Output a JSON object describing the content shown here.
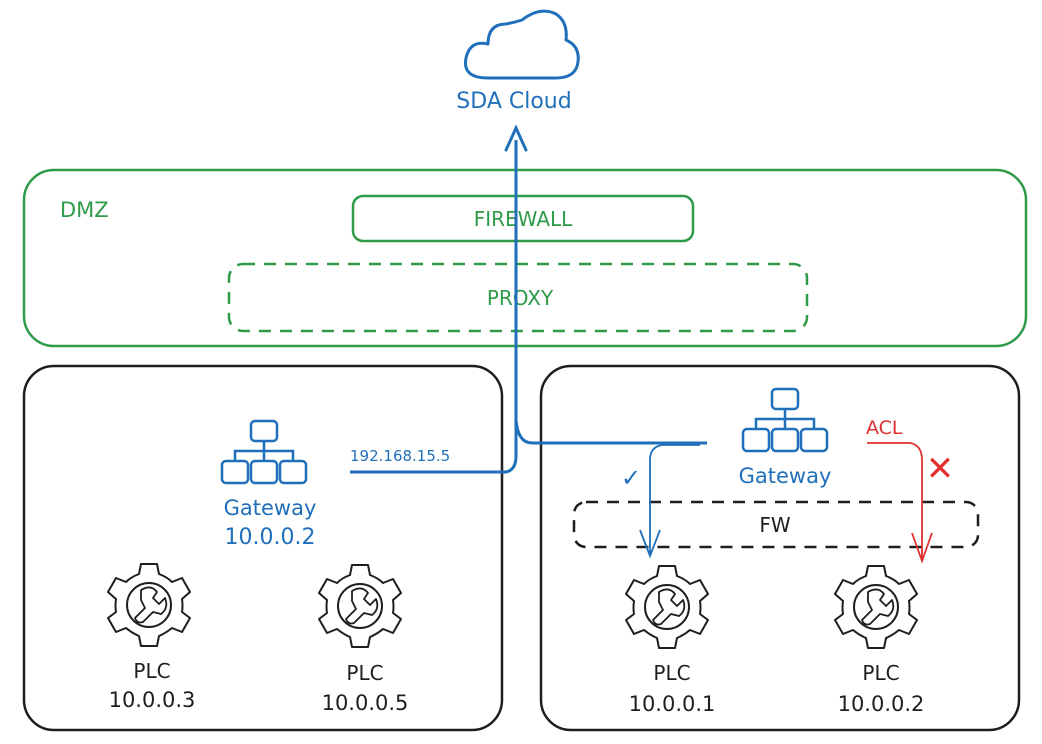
{
  "colors": {
    "blue": "#1f6fba",
    "green": "#2f9a48",
    "black": "#1e1e1e",
    "red": "#e03131"
  },
  "cloud": {
    "label": "SDA Cloud",
    "icon": "cloud-icon"
  },
  "dmz": {
    "label": "DMZ",
    "firewall_label": "FIREWALL",
    "proxy_label": "PROXY"
  },
  "left_zone": {
    "gateway": {
      "label": "Gateway",
      "ip": "10.0.0.2",
      "icon": "network-hierarchy-icon"
    },
    "uplink_ip": "192.168.15.5",
    "plcs": [
      {
        "label": "PLC",
        "ip": "10.0.0.3",
        "icon": "gear-wrench-icon"
      },
      {
        "label": "PLC",
        "ip": "10.0.0.5",
        "icon": "gear-wrench-icon"
      }
    ]
  },
  "right_zone": {
    "gateway": {
      "label": "Gateway",
      "icon": "network-hierarchy-icon"
    },
    "firewall_label": "FW",
    "allowed_mark": "✓",
    "acl_label": "ACL",
    "blocked_mark": "✕",
    "plcs": [
      {
        "label": "PLC",
        "ip": "10.0.0.1",
        "icon": "gear-wrench-icon"
      },
      {
        "label": "PLC",
        "ip": "10.0.0.2",
        "icon": "gear-wrench-icon"
      }
    ]
  }
}
